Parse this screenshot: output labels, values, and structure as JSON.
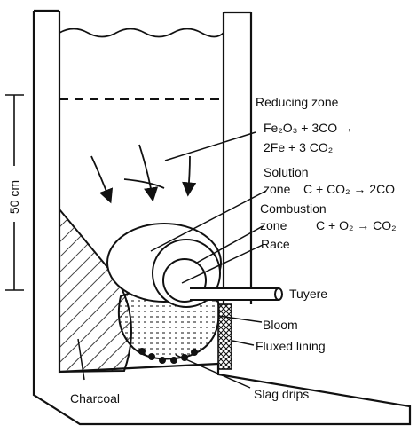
{
  "labels": {
    "reducing_zone": "Reducing zone",
    "reducing_eq_line1": "Fe₂O₃ + 3CO →",
    "reducing_eq_line2": "2Fe + 3 CO₂",
    "solution_zone_line1": "Solution",
    "solution_zone_line2": "zone",
    "solution_eq": "C + CO₂ → 2CO",
    "combustion_zone_line1": "Combustion",
    "combustion_zone_line2": "zone",
    "combustion_eq": "C + O₂ → CO₂",
    "race": "Race",
    "tuyere": "Tuyere",
    "bloom": "Bloom",
    "fluxed_lining": "Fluxed lining",
    "charcoal": "Charcoal",
    "slag_drips": "Slag drips",
    "dimension": "50 cm"
  }
}
